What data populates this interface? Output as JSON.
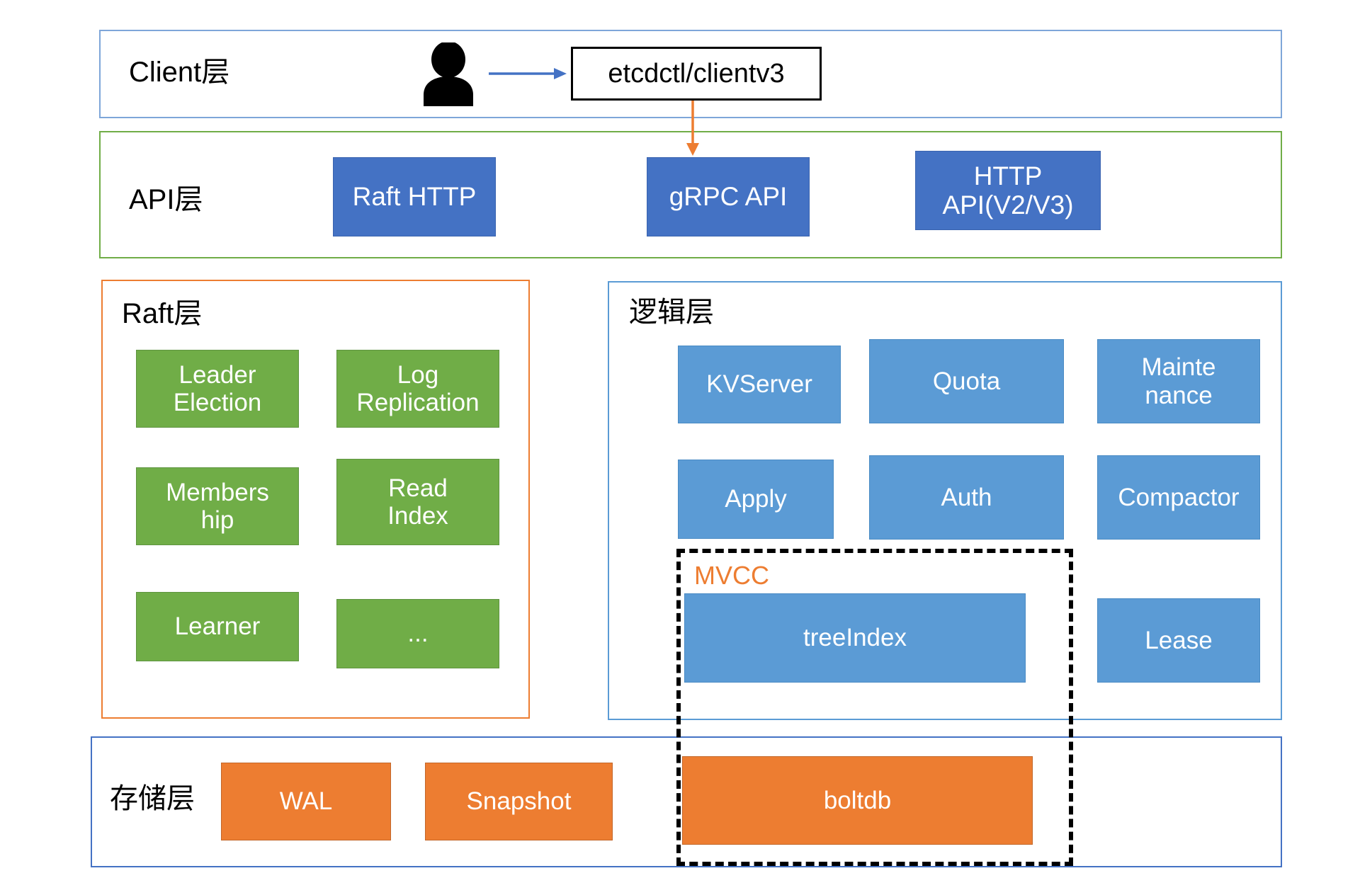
{
  "diagram": {
    "title": "etcd architecture layers",
    "colors": {
      "client_layer_border": "#7EA6D9",
      "api_layer_border": "#70AD47",
      "raft_layer_border": "#ED7D31",
      "logic_layer_border": "#5B9BD5",
      "storage_layer_border": "#4472C4",
      "dark_blue_node": "#4472C4",
      "light_blue_node": "#5B9BD5",
      "green_node": "#70AD47",
      "orange_node": "#ED7D31",
      "mvcc_label": "#ED7D31",
      "arrow_blue": "#4472C4",
      "arrow_orange": "#ED7D31"
    }
  },
  "client_layer": {
    "label": "Client层",
    "person_icon": "person-icon",
    "arrow_icon": "arrow-right-icon",
    "nodes": [
      {
        "label": "etcdctl/clientv3",
        "style": "plain"
      }
    ]
  },
  "api_layer": {
    "label": "API层",
    "down_arrow_icon": "arrow-down-icon",
    "nodes": [
      {
        "label": "Raft HTTP",
        "style": "dark-blue"
      },
      {
        "label": "gRPC API",
        "style": "dark-blue"
      },
      {
        "label": "HTTP\nAPI(V2/V3)",
        "style": "dark-blue"
      }
    ]
  },
  "raft_layer": {
    "label": "Raft层",
    "nodes": [
      {
        "label": "Leader\nElection",
        "style": "green"
      },
      {
        "label": "Log\nReplication",
        "style": "green"
      },
      {
        "label": "Members\nhip",
        "style": "green"
      },
      {
        "label": "Read\nIndex",
        "style": "green"
      },
      {
        "label": "Learner",
        "style": "green"
      },
      {
        "label": "...",
        "style": "green"
      }
    ]
  },
  "logic_layer": {
    "label": "逻辑层",
    "nodes": [
      {
        "label": "KVServer",
        "style": "light-blue"
      },
      {
        "label": "Quota",
        "style": "light-blue"
      },
      {
        "label": "Mainte\nnance",
        "style": "light-blue"
      },
      {
        "label": "Apply",
        "style": "light-blue"
      },
      {
        "label": "Auth",
        "style": "light-blue"
      },
      {
        "label": "Compactor",
        "style": "light-blue"
      },
      {
        "label": "treeIndex",
        "style": "light-blue"
      },
      {
        "label": "Lease",
        "style": "light-blue"
      }
    ]
  },
  "mvcc": {
    "label": "MVCC"
  },
  "storage_layer": {
    "label": "存储层",
    "nodes": [
      {
        "label": "WAL",
        "style": "orange"
      },
      {
        "label": "Snapshot",
        "style": "orange"
      },
      {
        "label": "boltdb",
        "style": "orange"
      }
    ]
  }
}
